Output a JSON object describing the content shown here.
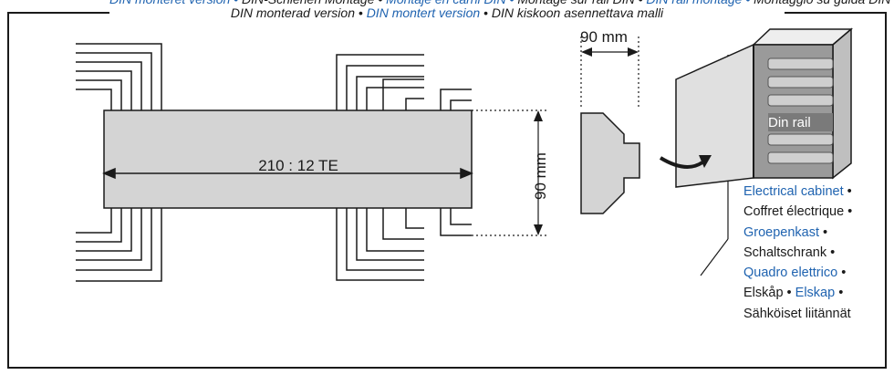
{
  "caption": {
    "line1_parts": [
      {
        "text": "DIN monteret version • ",
        "color": "blue"
      },
      {
        "text": "DIN-Schienen Montage • ",
        "color": "black"
      },
      {
        "text": "Montaje en carril DIN • ",
        "color": "blue"
      },
      {
        "text": "Montage sur rail DIN • ",
        "color": "black"
      },
      {
        "text": "DIN rail montage • ",
        "color": "blue"
      },
      {
        "text": "Montaggio su guida DIN",
        "color": "black"
      }
    ],
    "line2_parts": [
      {
        "text": "DIN monterad version • ",
        "color": "black"
      },
      {
        "text": "DIN montert version",
        "color": "blue"
      },
      {
        "text": " • DIN kiskoon asennettava malli",
        "color": "black"
      }
    ]
  },
  "dimensions": {
    "width_label": "210 : 12 TE",
    "depth_label": "90 mm",
    "height_label": "90 mm"
  },
  "cabinet": {
    "rail_label": "Din rail",
    "legend": [
      {
        "parts": [
          {
            "text": "Electrical cabinet",
            "color": "blue"
          },
          {
            "text": " •",
            "color": "black"
          }
        ]
      },
      {
        "parts": [
          {
            "text": "Coffret électrique •",
            "color": "black"
          }
        ]
      },
      {
        "parts": [
          {
            "text": "Groepenkast",
            "color": "blue"
          },
          {
            "text": " •",
            "color": "black"
          }
        ]
      },
      {
        "parts": [
          {
            "text": "Schaltschrank •",
            "color": "black"
          }
        ]
      },
      {
        "parts": [
          {
            "text": "Quadro elettrico",
            "color": "blue"
          },
          {
            "text": " •",
            "color": "black"
          }
        ]
      },
      {
        "parts": [
          {
            "text": "Elskåp • ",
            "color": "black"
          },
          {
            "text": "Elskap",
            "color": "blue"
          },
          {
            "text": " •",
            "color": "black"
          }
        ]
      },
      {
        "parts": [
          {
            "text": "Sähköiset liitännät",
            "color": "black"
          }
        ]
      }
    ]
  },
  "colors": {
    "accent_blue": "#1f63b0",
    "module_fill": "#d4d4d4",
    "line": "#1a1a1a"
  }
}
